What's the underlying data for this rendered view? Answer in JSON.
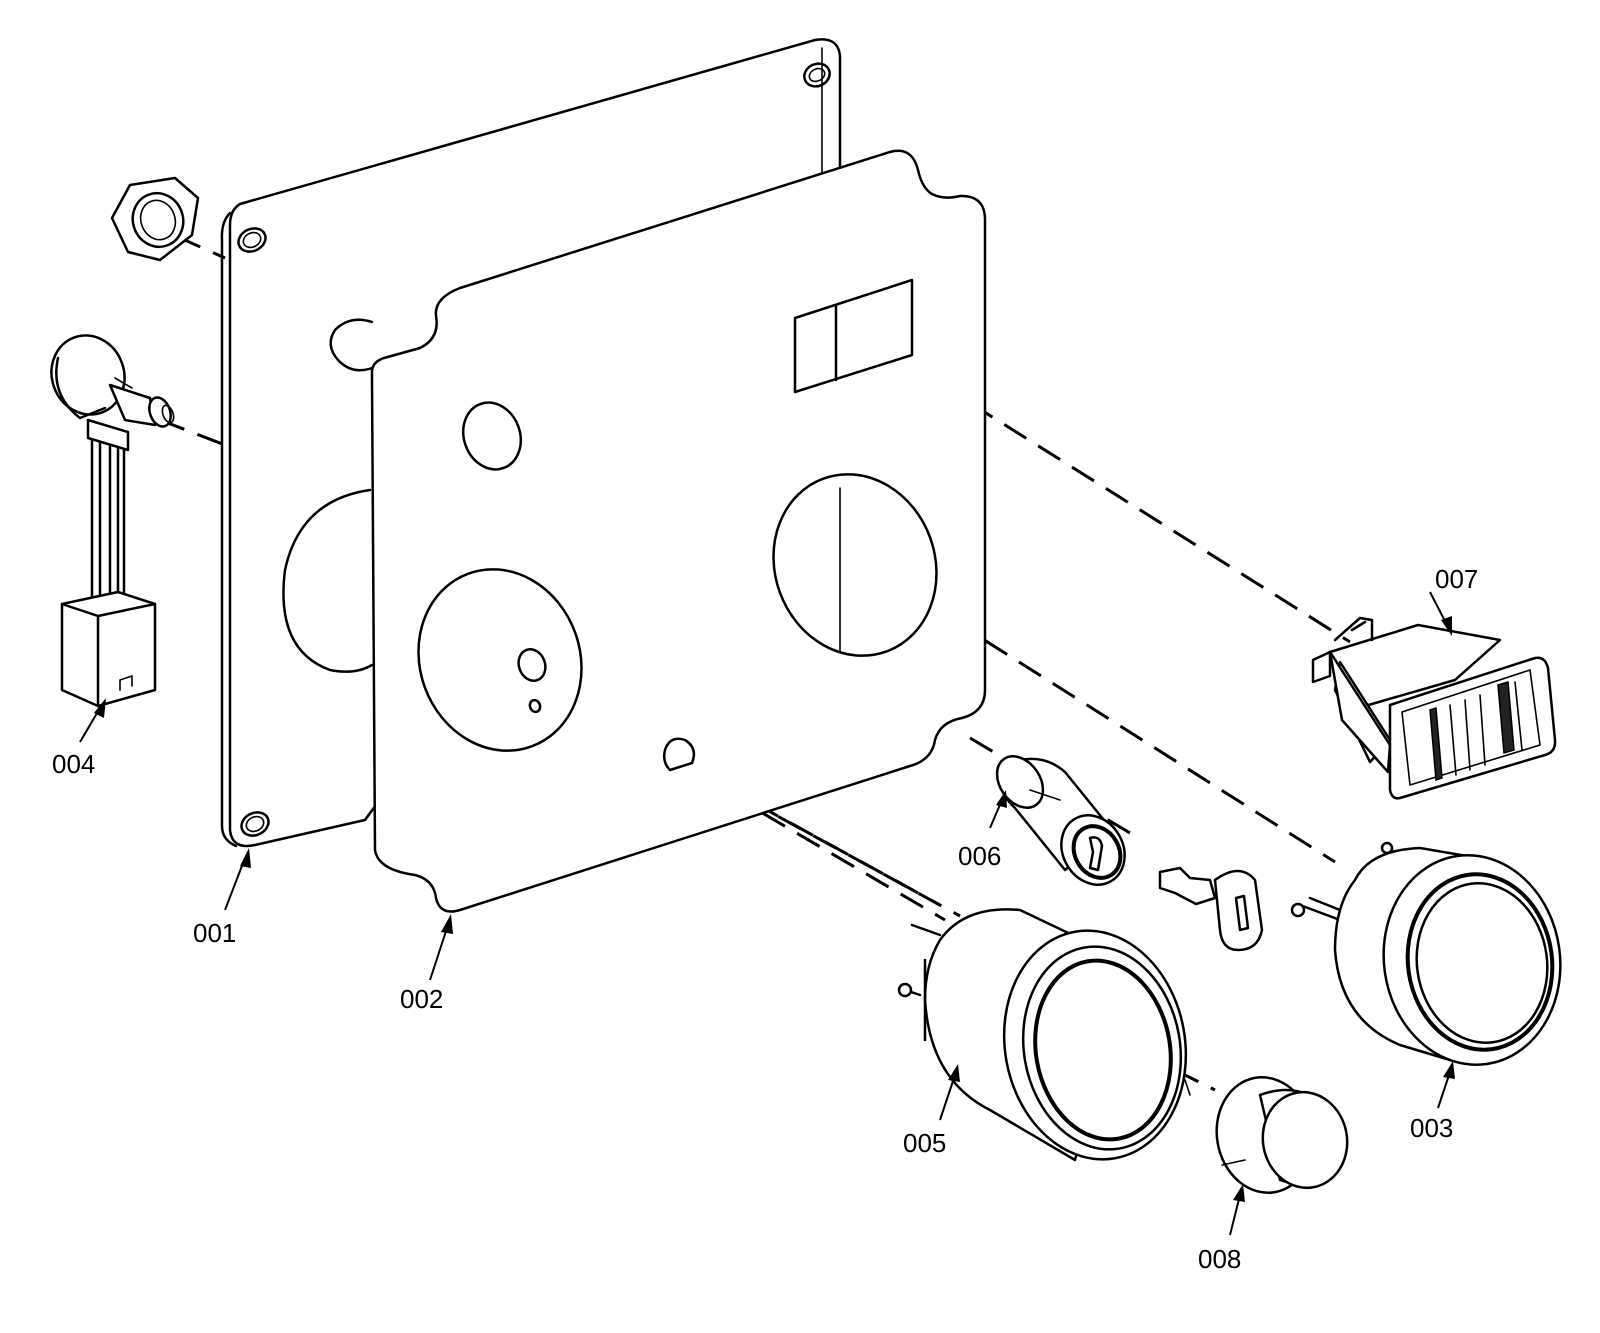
{
  "diagram": {
    "type": "exploded-parts-view",
    "parts": [
      {
        "id": "001",
        "label": "001"
      },
      {
        "id": "002",
        "label": "002"
      },
      {
        "id": "003",
        "label": "003"
      },
      {
        "id": "004",
        "label": "004"
      },
      {
        "id": "005",
        "label": "005"
      },
      {
        "id": "006",
        "label": "006"
      },
      {
        "id": "007",
        "label": "007"
      },
      {
        "id": "008",
        "label": "008"
      }
    ]
  }
}
